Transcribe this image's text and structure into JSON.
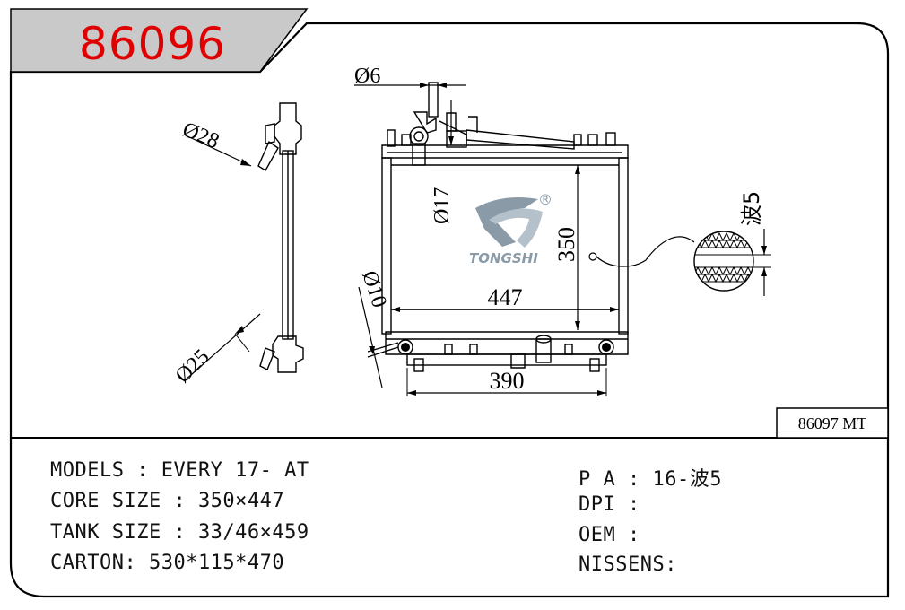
{
  "part_number": "86096",
  "related_label": "86097 MT",
  "brand": {
    "name": "TONGSHI",
    "registered_mark": "®"
  },
  "colors": {
    "part_number": "#e00000",
    "header_band": "#c9c9c9",
    "line": "#000000"
  },
  "dimensions": {
    "d6": "Ø6",
    "d28": "Ø28",
    "d17": "Ø17",
    "d25": "Ø25",
    "d10": "Ø10",
    "height": "350",
    "width": "447",
    "bottom": "390",
    "wave": "波5"
  },
  "specs": {
    "models": "MODELS : EVERY 17- AT",
    "core_size": "CORE SIZE : 350×447",
    "tank_size": "TANK SIZE : 33/46×459",
    "carton": "CARTON: 530*115*470",
    "pa": "P A : 16-波5",
    "dpi": "DPI :",
    "oem": "OEM :",
    "nissens": "NISSENS:"
  }
}
